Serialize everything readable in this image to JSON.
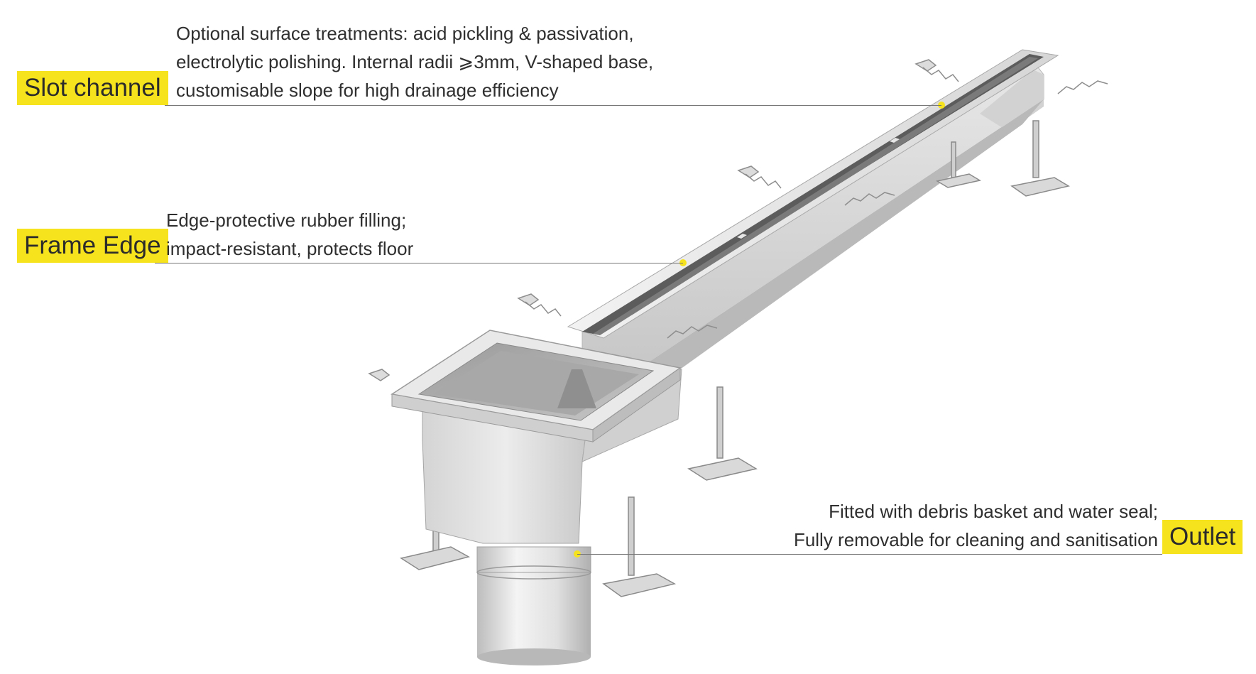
{
  "colors": {
    "accent": "#f7e31d",
    "leader_line": "#777777",
    "steel_light": "#e4e4e4",
    "steel_mid": "#c9c9c9",
    "steel_dark": "#9a9a9a",
    "grate": "#555555"
  },
  "callouts": [
    {
      "id": "slot-channel",
      "label": "Slot channel",
      "lines": [
        "Optional surface treatments: acid pickling & passivation,",
        "electrolytic polishing. Internal radii ⩾3mm, V-shaped base,",
        "customisable slope for high drainage efficiency"
      ]
    },
    {
      "id": "frame-edge",
      "label": "Frame Edge",
      "lines": [
        "Edge-protective rubber filling;",
        "impact-resistant, protects floor"
      ]
    },
    {
      "id": "outlet",
      "label": "Outlet",
      "lines": [
        "Fitted with debris basket and water seal;",
        "Fully removable for cleaning and sanitisation"
      ]
    }
  ]
}
